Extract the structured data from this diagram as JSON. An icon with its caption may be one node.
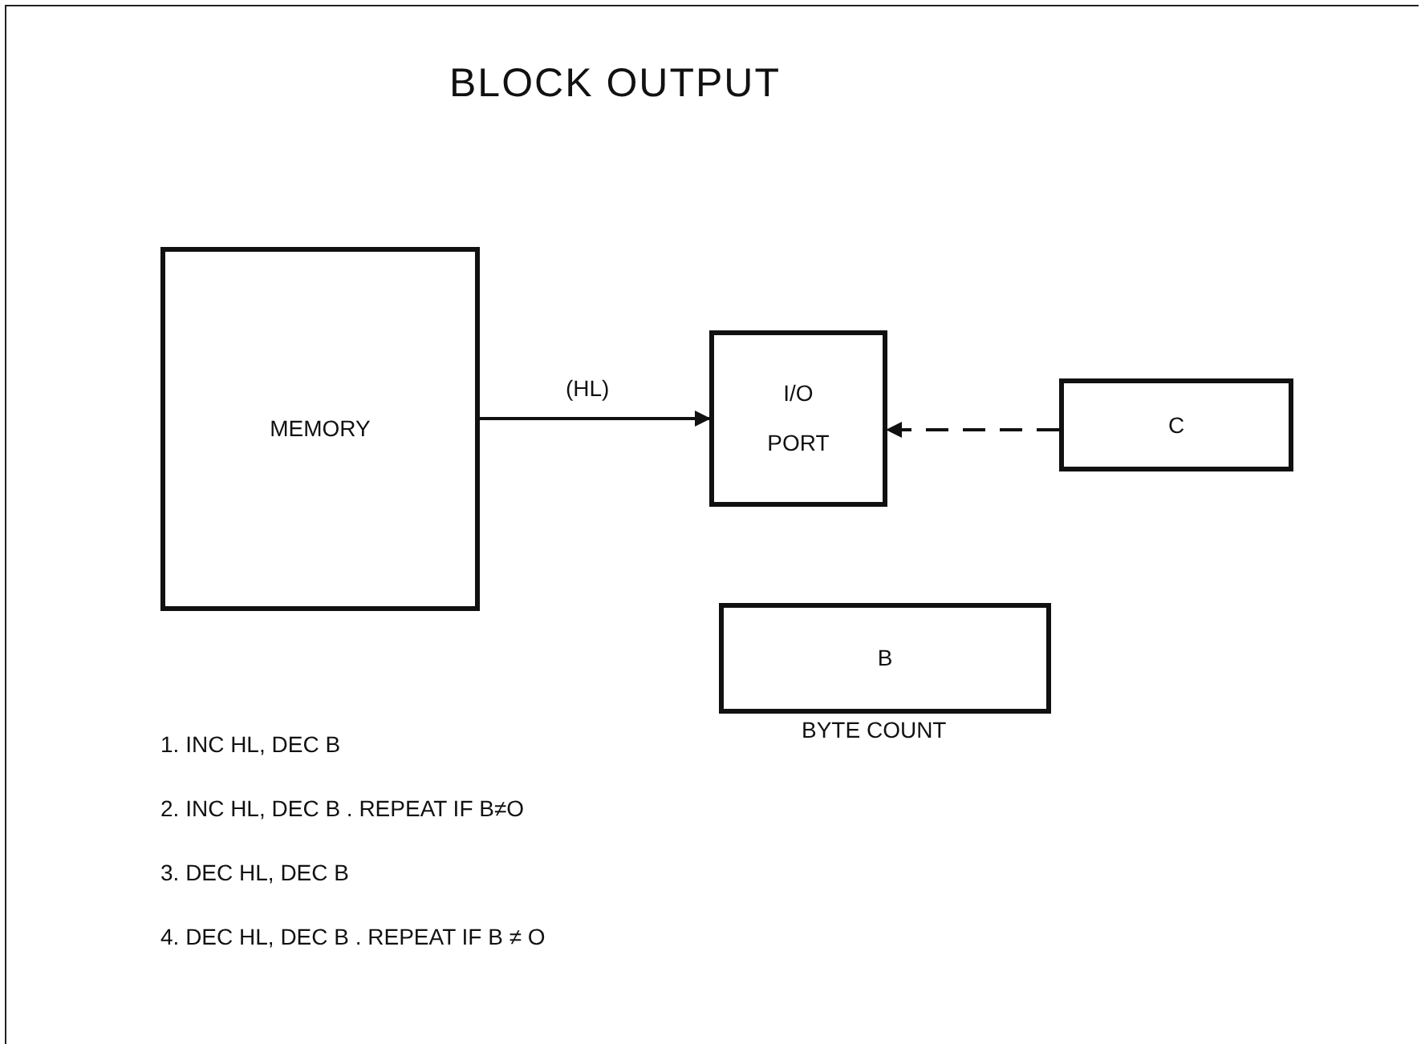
{
  "diagram": {
    "title": "BLOCK OUTPUT",
    "nodes": [
      {
        "text": [
          "MEMORY"
        ]
      },
      {
        "text": [
          "I/O PORT"
        ]
      },
      {
        "text": [
          "C"
        ]
      },
      {
        "text": [
          "B"
        ],
        "beside": [
          "BYTE COUNT"
        ]
      }
    ],
    "edges": [
      {
        "from": 0,
        "to": 1,
        "arrow": "to",
        "label": "(HL)"
      },
      {
        "from": 2,
        "to": 1,
        "arrow": "to",
        "style": "dashed"
      }
    ],
    "labels": [
      "1. INC HL, DEC B",
      "2. INC HL, DEC B . REPEAT IF B≠O",
      "3. DEC HL, DEC B",
      "4. DEC HL, DEC B . REPEAT IF B ≠ O"
    ]
  }
}
